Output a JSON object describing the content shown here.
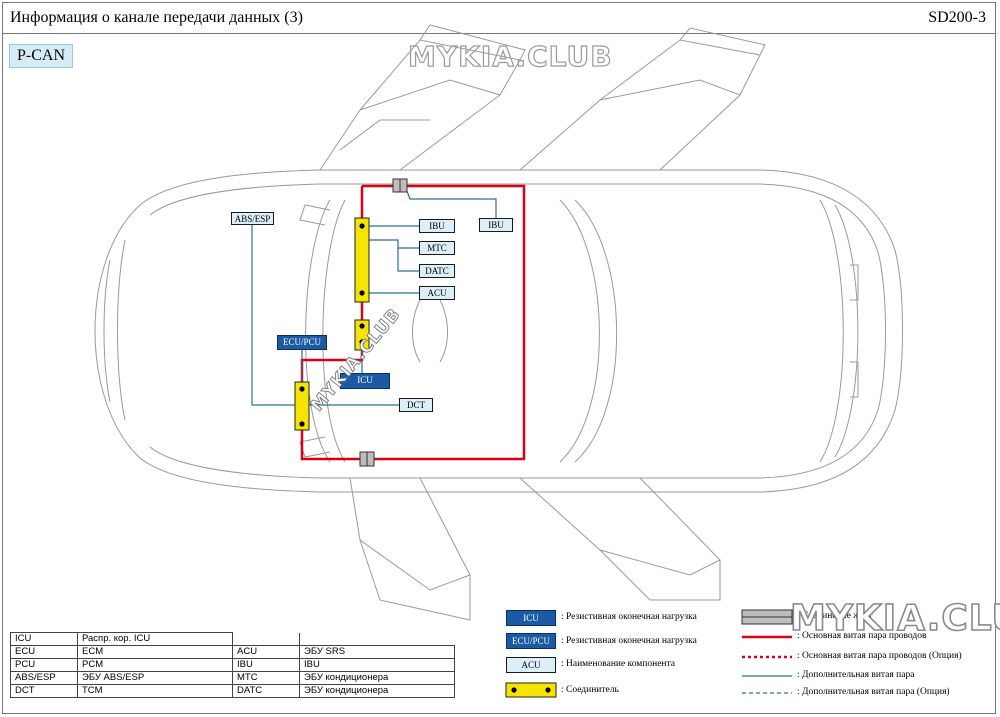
{
  "header": {
    "title": "Информация о канале передачи данных (3)",
    "code": "SD200-3"
  },
  "section_tag": "P-CAN",
  "watermark": "MYKIA.CLUB",
  "components": {
    "abs_esp": "ABS/ESP",
    "ibu_module": "IBU",
    "ibu_right": "IBU",
    "mtc": "MTC",
    "datc": "DATC",
    "acu": "ACU",
    "ecu_pcu": "ECU/PCU",
    "icu": "ICU",
    "dct": "DCT"
  },
  "abbreviations": [
    [
      "ICU",
      "Распр. кор. ICU",
      "",
      ""
    ],
    [
      "ECU",
      "ECM",
      "ACU",
      "ЭБУ SRS"
    ],
    [
      "PCU",
      "PCM",
      "IBU",
      "IBU"
    ],
    [
      "ABS/ESP",
      "ЭБУ ABS/ESP",
      "MTC",
      "ЭБУ кондиционера"
    ],
    [
      "DCT",
      "TCM",
      "DATC",
      "ЭБУ кондиционера"
    ]
  ],
  "legend": {
    "icu_box": "ICU",
    "icu_text": ": Резистивная оконечная нагрузка",
    "ecu_box": "ECU/PCU",
    "ecu_text": ": Резистивная оконечная нагрузка",
    "acu_box": "ACU",
    "acu_text": ": Наименование компонента",
    "connector_text": ": Соединитель",
    "harness_text": ": Соединение жгут",
    "main_twisted_text": ": Основная витая пара проводов",
    "main_twisted_opt_text": ": Основная витая пара проводов (Опция)",
    "aux_twisted_text": ": Дополнительная витая пара",
    "aux_twisted_opt_text": ": Дополнительная витая пара (Опция)"
  },
  "colors": {
    "main_line": "#d9001b",
    "aux_line": "#2e6f8e",
    "connector": "#f5e400",
    "terminal": "#1c5aa3",
    "component_fill": "#dceef8"
  }
}
